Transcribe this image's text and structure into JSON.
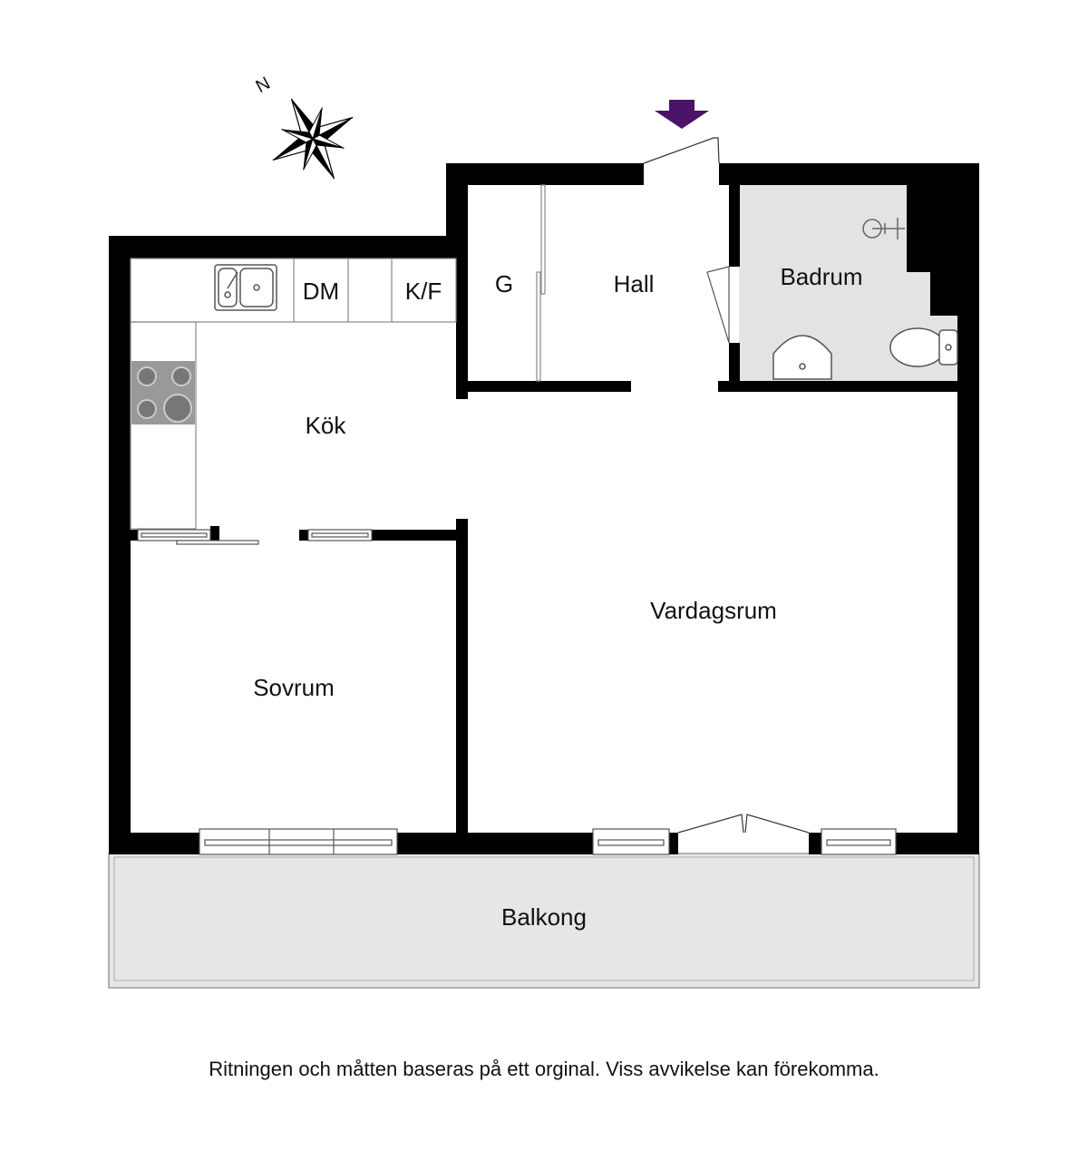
{
  "compass": {
    "north_label": "N",
    "icon": "compass-rose-icon"
  },
  "entrance": {
    "icon": "entrance-arrow-icon",
    "color": "#4b1469"
  },
  "rooms": {
    "kitchen": "Kök",
    "dishwasher": "DM",
    "fridge_freezer": "K/F",
    "wardrobe": "G",
    "hall": "Hall",
    "bathroom": "Badrum",
    "living_room": "Vardagsrum",
    "bedroom": "Sovrum",
    "balcony": "Balkong"
  },
  "disclaimer": "Ritningen och måtten baseras på ett orginal. Viss avvikelse kan förekomma.",
  "colors": {
    "wall": "#000000",
    "bathroom_floor": "#e3e3e3",
    "balcony_floor": "#e6e6e6",
    "fixture": "#777777"
  }
}
